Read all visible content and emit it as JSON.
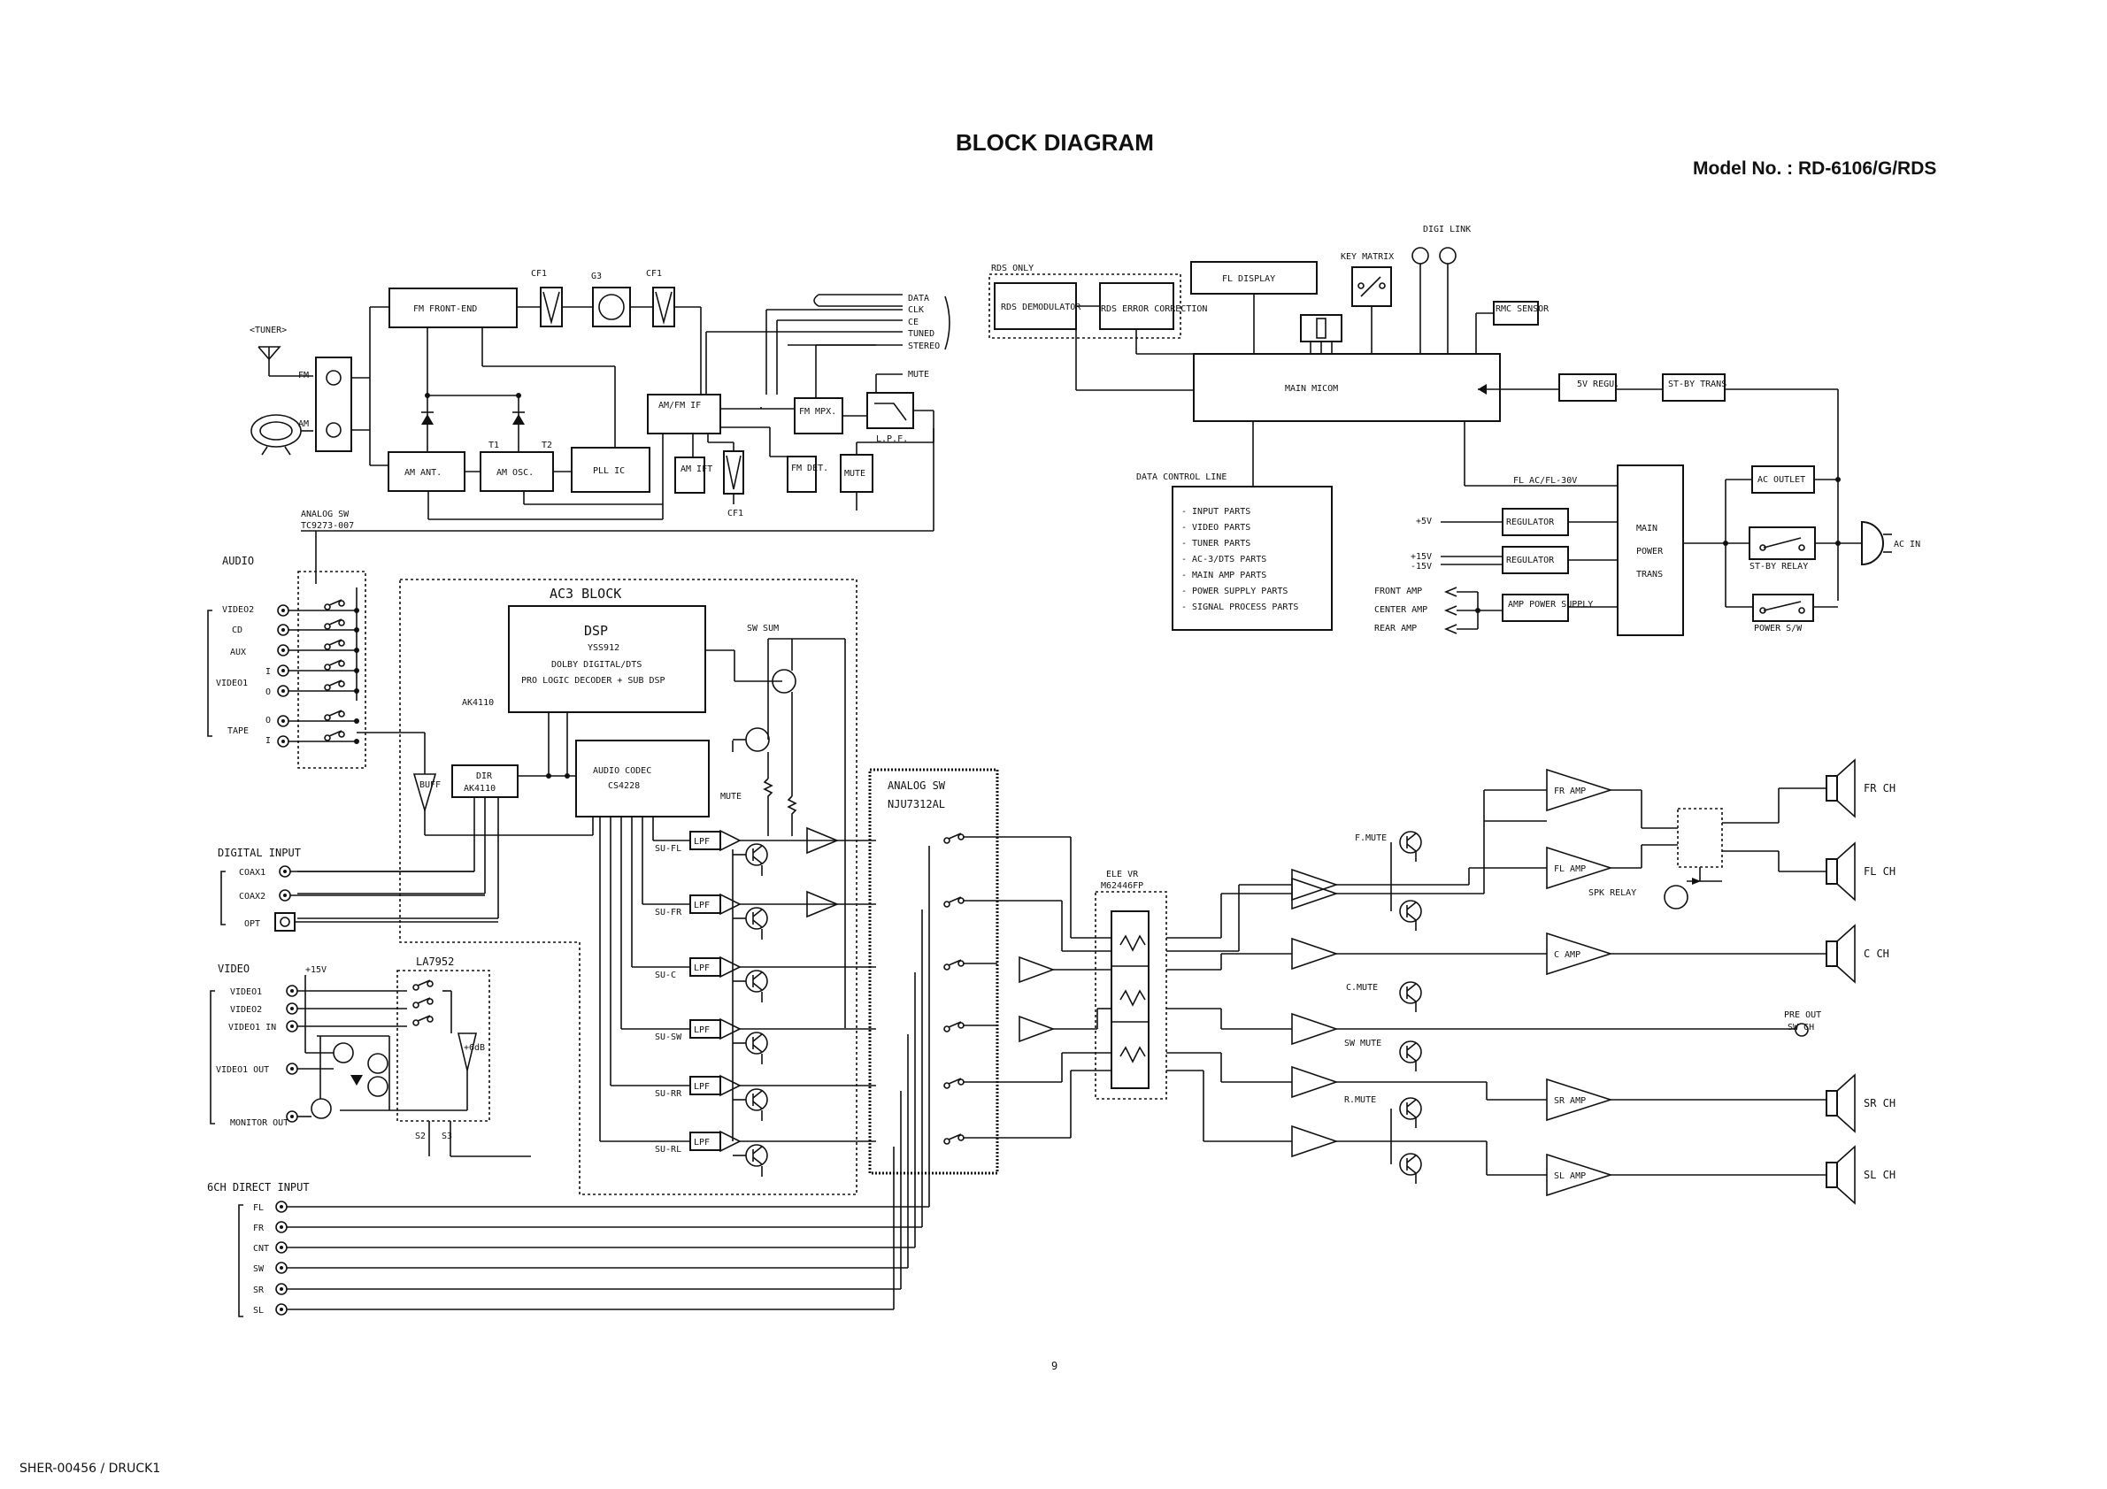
{
  "header": {
    "title": "BLOCK DIAGRAM",
    "model": "Model No. : RD-6106/G/RDS"
  },
  "tuner": {
    "label": "<TUNER>",
    "fm": "FM",
    "am": "AM",
    "fm_front_end": "FM FRONT-END",
    "cf1_a": "CF1",
    "g3": "G3",
    "cf1_b": "CF1",
    "cf1_c": "CF1",
    "t1": "T1",
    "t2": "T2",
    "am_ant": "AM ANT.",
    "am_osc": "AM OSC.",
    "pll_ic": "PLL IC",
    "am_fm_if": "AM/FM IF",
    "am_ift": "AM IFT",
    "fm_det": "FM DET.",
    "mute_box": "MUTE",
    "fm_mpx": "FM MPX.",
    "lpf": "L.P.F.",
    "signals": [
      "DATA",
      "CLK",
      "CE",
      "TUNED",
      "STEREO"
    ],
    "mute_line": "MUTE"
  },
  "rds": {
    "only": "RDS ONLY",
    "demod": "RDS DEMODULATOR",
    "ecc": "RDS ERROR CORRECTION"
  },
  "control": {
    "fl_display": "FL DISPLAY",
    "key_matrix": "KEY MATRIX",
    "digi_link": "DIGI LINK",
    "rmc_sensor": "RMC SENSOR",
    "main_micom": "MAIN MICOM",
    "regu_5v": "5V REGU.",
    "stby_trans": "ST-BY TRANS",
    "data_control_line": "DATA CONTROL LINE",
    "parts": [
      "- INPUT PARTS",
      "- VIDEO PARTS",
      "- TUNER PARTS",
      "- AC-3/DTS PARTS",
      "- MAIN AMP PARTS",
      "- POWER SUPPLY PARTS",
      "- SIGNAL PROCESS PARTS"
    ]
  },
  "power": {
    "fl_ac": "FL AC/FL-30V",
    "v5": "+5V",
    "v15p": "+15V",
    "v15n": "-15V",
    "regulator1": "REGULATOR",
    "regulator2": "REGULATOR",
    "front_amp": "FRONT AMP",
    "center_amp": "CENTER AMP",
    "rear_amp": "REAR AMP",
    "amp_power_supply": "AMP POWER SUPPLY",
    "main_power_trans": [
      "MAIN",
      "POWER",
      "TRANS"
    ],
    "ac_outlet": "AC OUTLET",
    "stby_relay": "ST-BY RELAY",
    "power_sw": "POWER S/W",
    "ac_in": "AC IN"
  },
  "audio_in": {
    "analog_sw": "ANALOG SW",
    "analog_sw_ic": "TC9273-007",
    "audio": "AUDIO",
    "inputs": [
      "VIDEO2",
      "CD",
      "AUX",
      "I",
      "O",
      "O",
      "I"
    ],
    "video1": "VIDEO1",
    "tape": "TAPE"
  },
  "ac3": {
    "block": "AC3 BLOCK",
    "dsp": "DSP",
    "dsp_ic": "YSS912",
    "dsp_desc1": "DOLBY DIGITAL/DTS",
    "dsp_desc2": "PRO LOGIC DECODER + SUB DSP",
    "ak4110": "AK4110",
    "dir": "DIR",
    "dir_ic": "AK4110",
    "buff": "BUFF",
    "codec": "AUDIO CODEC",
    "codec_ic": "CS4228",
    "sw_sum": "SW SUM",
    "mute": "MUTE",
    "lpf": "LPF",
    "channels": [
      "SU-FL",
      "SU-FR",
      "SU-C",
      "SU-SW",
      "SU-RR",
      "SU-RL"
    ]
  },
  "digital_in": {
    "title": "DIGITAL INPUT",
    "inputs": [
      "COAX1",
      "COAX2",
      "OPT"
    ]
  },
  "video": {
    "title": "VIDEO",
    "v15": "+15V",
    "ic": "LA7952",
    "inputs": [
      "VIDEO1",
      "VIDEO2",
      "VIDEO1 IN"
    ],
    "video1_out": "VIDEO1 OUT",
    "monitor_out": "MONITOR OUT",
    "s2": "S2",
    "s3": "S3",
    "buff": "+6dB"
  },
  "analog_sw2": {
    "title": "ANALOG SW",
    "ic": "NJU7312AL"
  },
  "ele_vr": {
    "title": "ELE VR",
    "ic": "M62446FP"
  },
  "direct_in": {
    "title": "6CH DIRECT INPUT",
    "inputs": [
      "FL",
      "FR",
      "CNT",
      "SW",
      "SR",
      "SL"
    ]
  },
  "outputs": {
    "f_mute": "F.MUTE",
    "c_mute": "C.MUTE",
    "sw_mute": "SW MUTE",
    "r_mute": "R.MUTE",
    "spk_relay": "SPK RELAY",
    "fr_amp": "FR AMP",
    "fl_amp": "FL AMP",
    "c_amp": "C AMP",
    "sr_amp": "SR AMP",
    "sl_amp": "SL AMP",
    "fr_ch": "FR CH",
    "fl_ch": "FL CH",
    "c_ch": "C CH",
    "pre_out": "PRE OUT",
    "sw_ch": "SW CH",
    "sr_ch": "SR CH",
    "sl_ch": "SL CH"
  },
  "footer": {
    "page": "9",
    "code": "SHER-00456 / DRUCK1"
  }
}
